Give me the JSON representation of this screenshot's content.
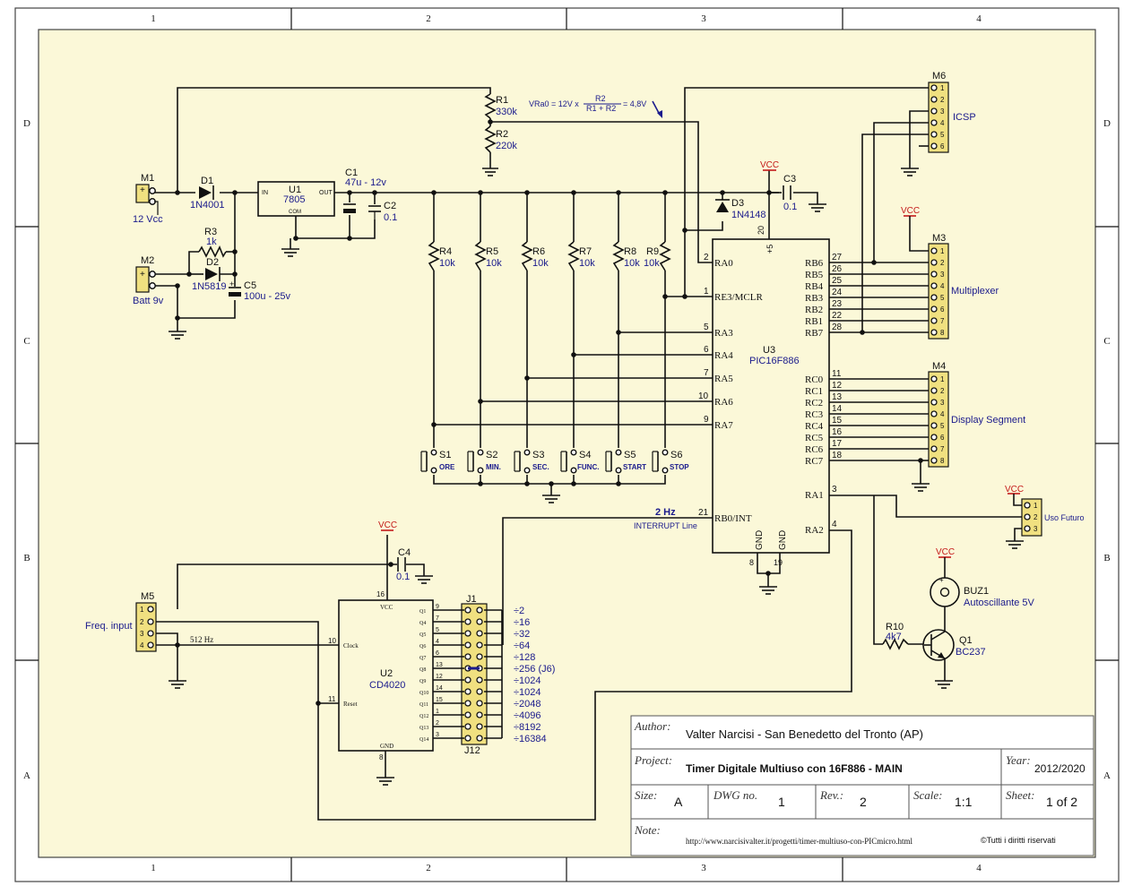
{
  "frame": {
    "columns": [
      "1",
      "2",
      "3",
      "4"
    ],
    "rows": [
      "D",
      "C",
      "B",
      "A"
    ]
  },
  "colors": {
    "background": "#fbf8d8",
    "wire": "#111111",
    "label_blue": "#1a1a8c",
    "vcc_red": "#c41a1a",
    "connector": "#f0e080"
  },
  "labels": {
    "vcc": "VCC",
    "m1": {
      "ref": "M1",
      "desc": "12 Vcc"
    },
    "m2": {
      "ref": "M2",
      "desc": "Batt 9v"
    },
    "d1": {
      "ref": "D1",
      "val": "1N4001"
    },
    "r3": {
      "ref": "R3",
      "val": "1k"
    },
    "d2": {
      "ref": "D2",
      "val": "1N5819"
    },
    "c5": {
      "ref": "C5",
      "val": "100u - 25v"
    },
    "u1": {
      "ref": "U1",
      "val": "7805",
      "pin_in": "IN",
      "pin_out": "OUT",
      "pin_com": "COM"
    },
    "c1": {
      "ref": "C1",
      "val": "47u - 12v"
    },
    "c2": {
      "ref": "C2",
      "val": "0.1"
    },
    "r1": {
      "ref": "R1",
      "val": "330k"
    },
    "r2": {
      "ref": "R2",
      "val": "220k"
    },
    "formula": {
      "lhs": "VRa0 = 12V x",
      "num": "R2",
      "den": "R1 + R2",
      "rhs": "= 4,8V"
    },
    "d3": {
      "ref": "D3",
      "val": "1N4148"
    },
    "c3": {
      "ref": "C3",
      "val": "0.1"
    },
    "c4": {
      "ref": "C4",
      "val": "0.1"
    },
    "r4": {
      "ref": "R4",
      "val": "10k"
    },
    "r5": {
      "ref": "R5",
      "val": "10k"
    },
    "r6": {
      "ref": "R6",
      "val": "10k"
    },
    "r7": {
      "ref": "R7",
      "val": "10k"
    },
    "r8": {
      "ref": "R8",
      "val": "10k"
    },
    "r9": {
      "ref": "R9",
      "val": "10k"
    },
    "switches": [
      {
        "ref": "S1",
        "label": "ORE"
      },
      {
        "ref": "S2",
        "label": "MIN."
      },
      {
        "ref": "S3",
        "label": "SEC."
      },
      {
        "ref": "S4",
        "label": "FUNC."
      },
      {
        "ref": "S5",
        "label": "START"
      },
      {
        "ref": "S6",
        "label": "STOP"
      }
    ],
    "u3": {
      "ref": "U3",
      "val": "PIC16F886",
      "pin20": "20",
      "plus5": "+5",
      "gnd": "GND",
      "pin8": "8",
      "pin19": "19"
    },
    "u3_left": [
      {
        "num": "2",
        "name": "RA0"
      },
      {
        "num": "1",
        "name": "RE3/MCLR"
      },
      {
        "num": "5",
        "name": "RA3"
      },
      {
        "num": "6",
        "name": "RA4"
      },
      {
        "num": "7",
        "name": "RA5"
      },
      {
        "num": "10",
        "name": "RA6"
      },
      {
        "num": "9",
        "name": "RA7"
      },
      {
        "num": "21",
        "name": "RB0/INT"
      }
    ],
    "u3_right": [
      {
        "num": "27",
        "name": "RB6"
      },
      {
        "num": "26",
        "name": "RB5"
      },
      {
        "num": "25",
        "name": "RB4"
      },
      {
        "num": "24",
        "name": "RB3"
      },
      {
        "num": "23",
        "name": "RB2"
      },
      {
        "num": "22",
        "name": "RB1"
      },
      {
        "num": "28",
        "name": "RB7"
      },
      {
        "num": "11",
        "name": "RC0"
      },
      {
        "num": "12",
        "name": "RC1"
      },
      {
        "num": "13",
        "name": "RC2"
      },
      {
        "num": "14",
        "name": "RC3"
      },
      {
        "num": "15",
        "name": "RC4"
      },
      {
        "num": "16",
        "name": "RC5"
      },
      {
        "num": "17",
        "name": "RC6"
      },
      {
        "num": "18",
        "name": "RC7"
      },
      {
        "num": "3",
        "name": "RA1"
      },
      {
        "num": "4",
        "name": "RA2"
      }
    ],
    "m6": {
      "ref": "M6",
      "desc": "ICSP",
      "pins": [
        "1",
        "2",
        "3",
        "4",
        "5",
        "6"
      ]
    },
    "m3": {
      "ref": "M3",
      "desc": "Multiplexer",
      "pins": [
        "1",
        "2",
        "3",
        "4",
        "5",
        "6",
        "7",
        "8"
      ]
    },
    "m4": {
      "ref": "M4",
      "desc": "Display Segment",
      "pins": [
        "1",
        "2",
        "3",
        "4",
        "5",
        "6",
        "7",
        "8"
      ]
    },
    "future": {
      "desc": "Uso Futuro",
      "pins": [
        "1",
        "2",
        "3"
      ]
    },
    "interrupt": {
      "freq": "2 Hz",
      "desc": "INTERRUPT Line"
    },
    "buz1": {
      "ref": "BUZ1",
      "val": "Autoscillante 5V"
    },
    "r10": {
      "ref": "R10",
      "val": "4k7"
    },
    "q1": {
      "ref": "Q1",
      "val": "BC237"
    },
    "m5": {
      "ref": "M5",
      "desc": "Freq. input",
      "pins": [
        "1",
        "2",
        "3",
        "4"
      ],
      "hz": "512 Hz"
    },
    "u2": {
      "ref": "U2",
      "val": "CD4020",
      "vcc": "VCC",
      "pin16": "16",
      "gnd": "GND",
      "pin8": "8",
      "clock": "Clock",
      "clock_pin": "10",
      "reset": "Reset",
      "reset_pin": "11"
    },
    "u2_outputs": [
      {
        "q": "Q1",
        "pin": "9",
        "div": "÷2"
      },
      {
        "q": "Q4",
        "pin": "7",
        "div": "÷16"
      },
      {
        "q": "Q5",
        "pin": "5",
        "div": "÷32"
      },
      {
        "q": "Q6",
        "pin": "4",
        "div": "÷64"
      },
      {
        "q": "Q7",
        "pin": "6",
        "div": "÷128"
      },
      {
        "q": "Q8",
        "pin": "13",
        "div": "÷256 (J6)"
      },
      {
        "q": "Q9",
        "pin": "12",
        "div": "÷1024"
      },
      {
        "q": "Q10",
        "pin": "14",
        "div": "÷1024"
      },
      {
        "q": "Q11",
        "pin": "15",
        "div": "÷2048"
      },
      {
        "q": "Q12",
        "pin": "1",
        "div": "÷4096"
      },
      {
        "q": "Q13",
        "pin": "2",
        "div": "÷8192"
      },
      {
        "q": "Q14",
        "pin": "3",
        "div": "÷16384"
      }
    ],
    "j1": "J1",
    "j12": "J12"
  },
  "title_block": {
    "author_label": "Author:",
    "author": "Valter Narcisi - San Benedetto del Tronto (AP)",
    "project_label": "Project:",
    "project": "Timer Digitale Multiuso con 16F886 - MAIN",
    "year_label": "Year:",
    "year": "2012/2020",
    "size_label": "Size:",
    "size": "A",
    "dwg_label": "DWG no.",
    "dwg": "1",
    "rev_label": "Rev.:",
    "rev": "2",
    "scale_label": "Scale:",
    "scale": "1:1",
    "sheet_label": "Sheet:",
    "sheet": "1 of 2",
    "note_label": "Note:",
    "note_url": "http://www.narcisivalter.it/progetti/timer-multiuso-con-PICmicro.html",
    "rights": "©Tutti i diritti riservati"
  }
}
